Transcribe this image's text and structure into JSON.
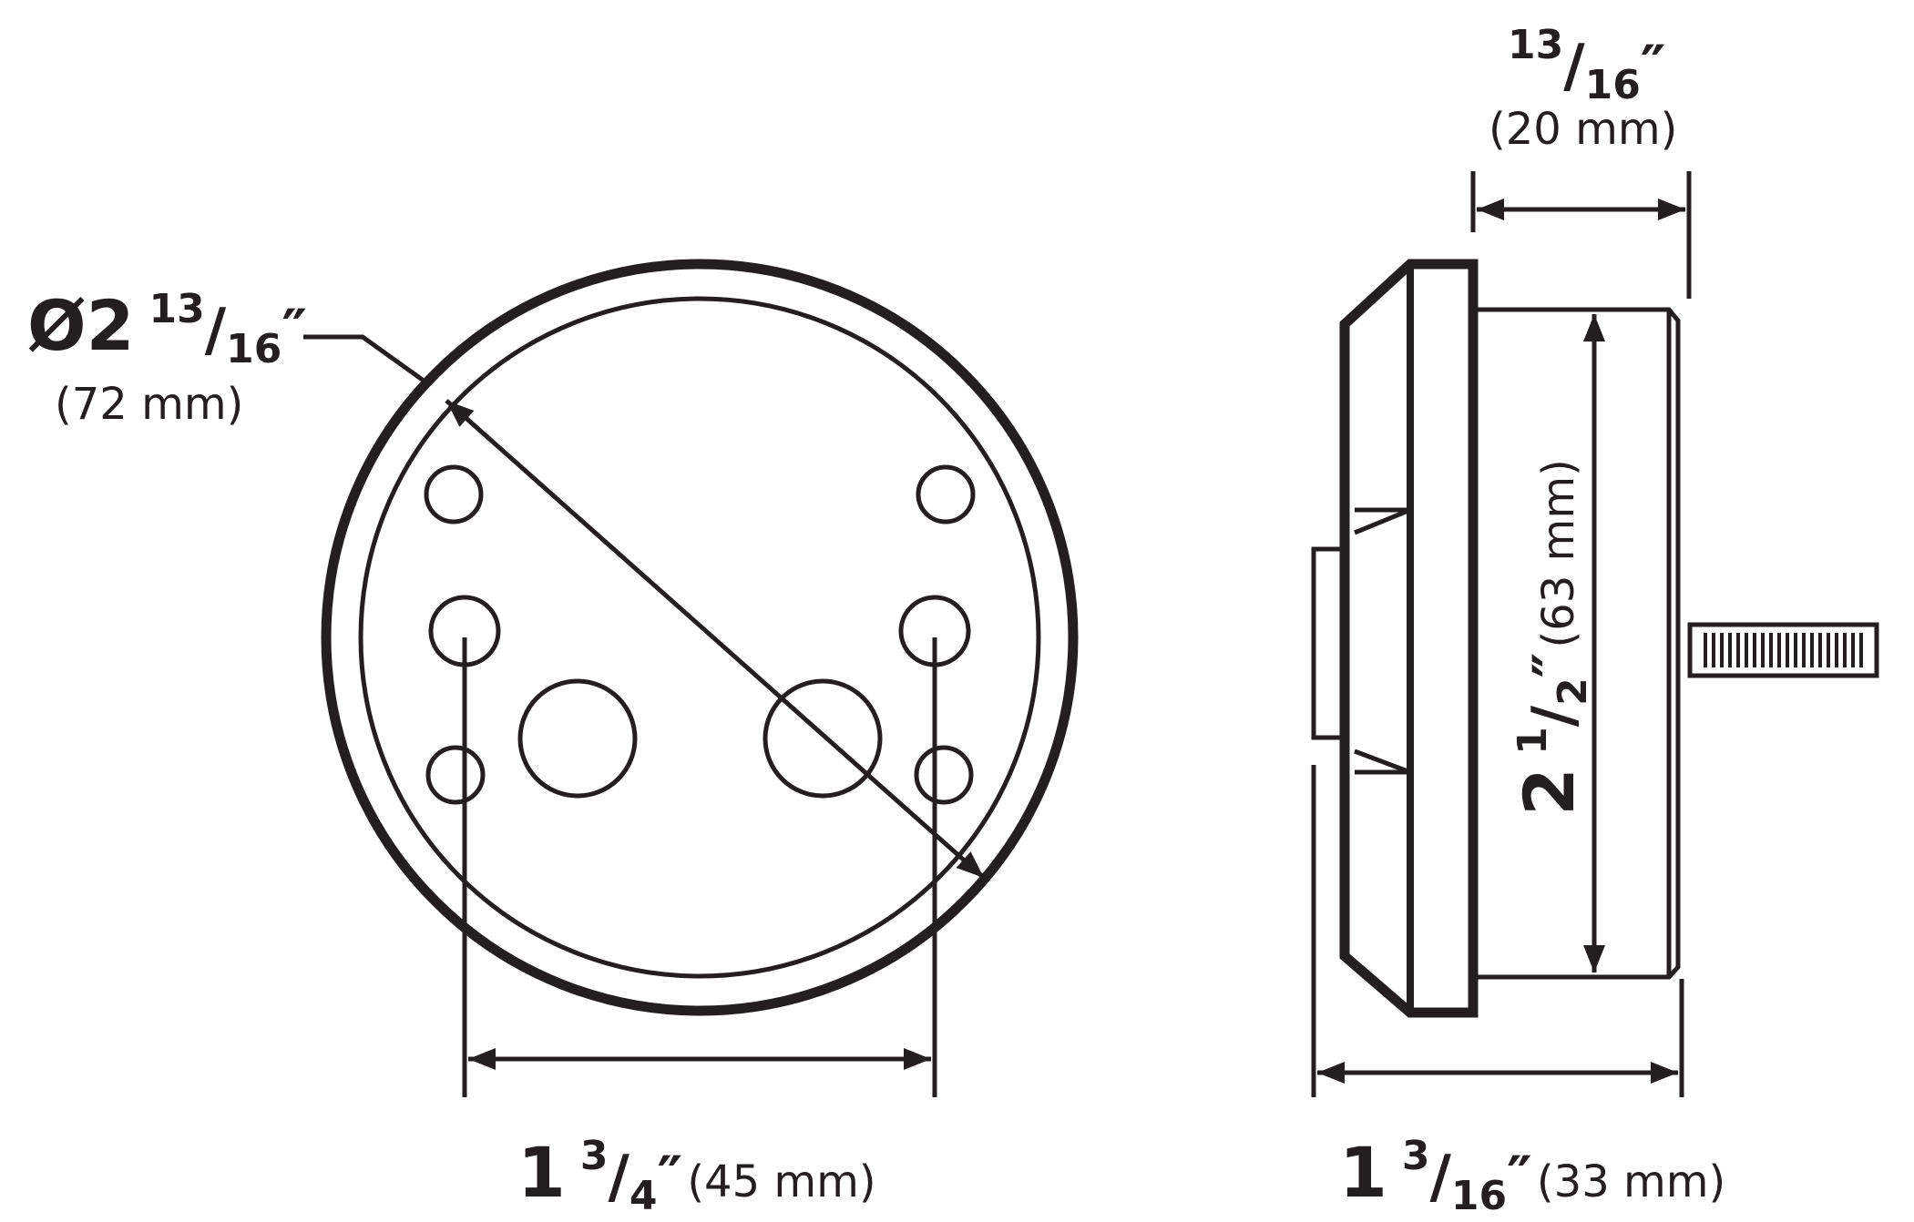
{
  "diameter": {
    "whole": "Ø2",
    "num": "13",
    "den": "16",
    "inch": "″",
    "metric": "(72 mm)"
  },
  "hole_spacing": {
    "whole": "1",
    "num": "3",
    "den": "4",
    "inch": "″",
    "metric": "(45 mm)"
  },
  "depth_overall": {
    "whole": "1",
    "num": "3",
    "den": "16",
    "inch": "″",
    "metric": "(33 mm)"
  },
  "depth_body": {
    "num": "13",
    "den": "16",
    "inch": "″",
    "metric": "(20 mm)"
  },
  "height": {
    "whole": "2",
    "num": "1",
    "den": "2",
    "inch": "″",
    "metric": "(63 mm)"
  }
}
